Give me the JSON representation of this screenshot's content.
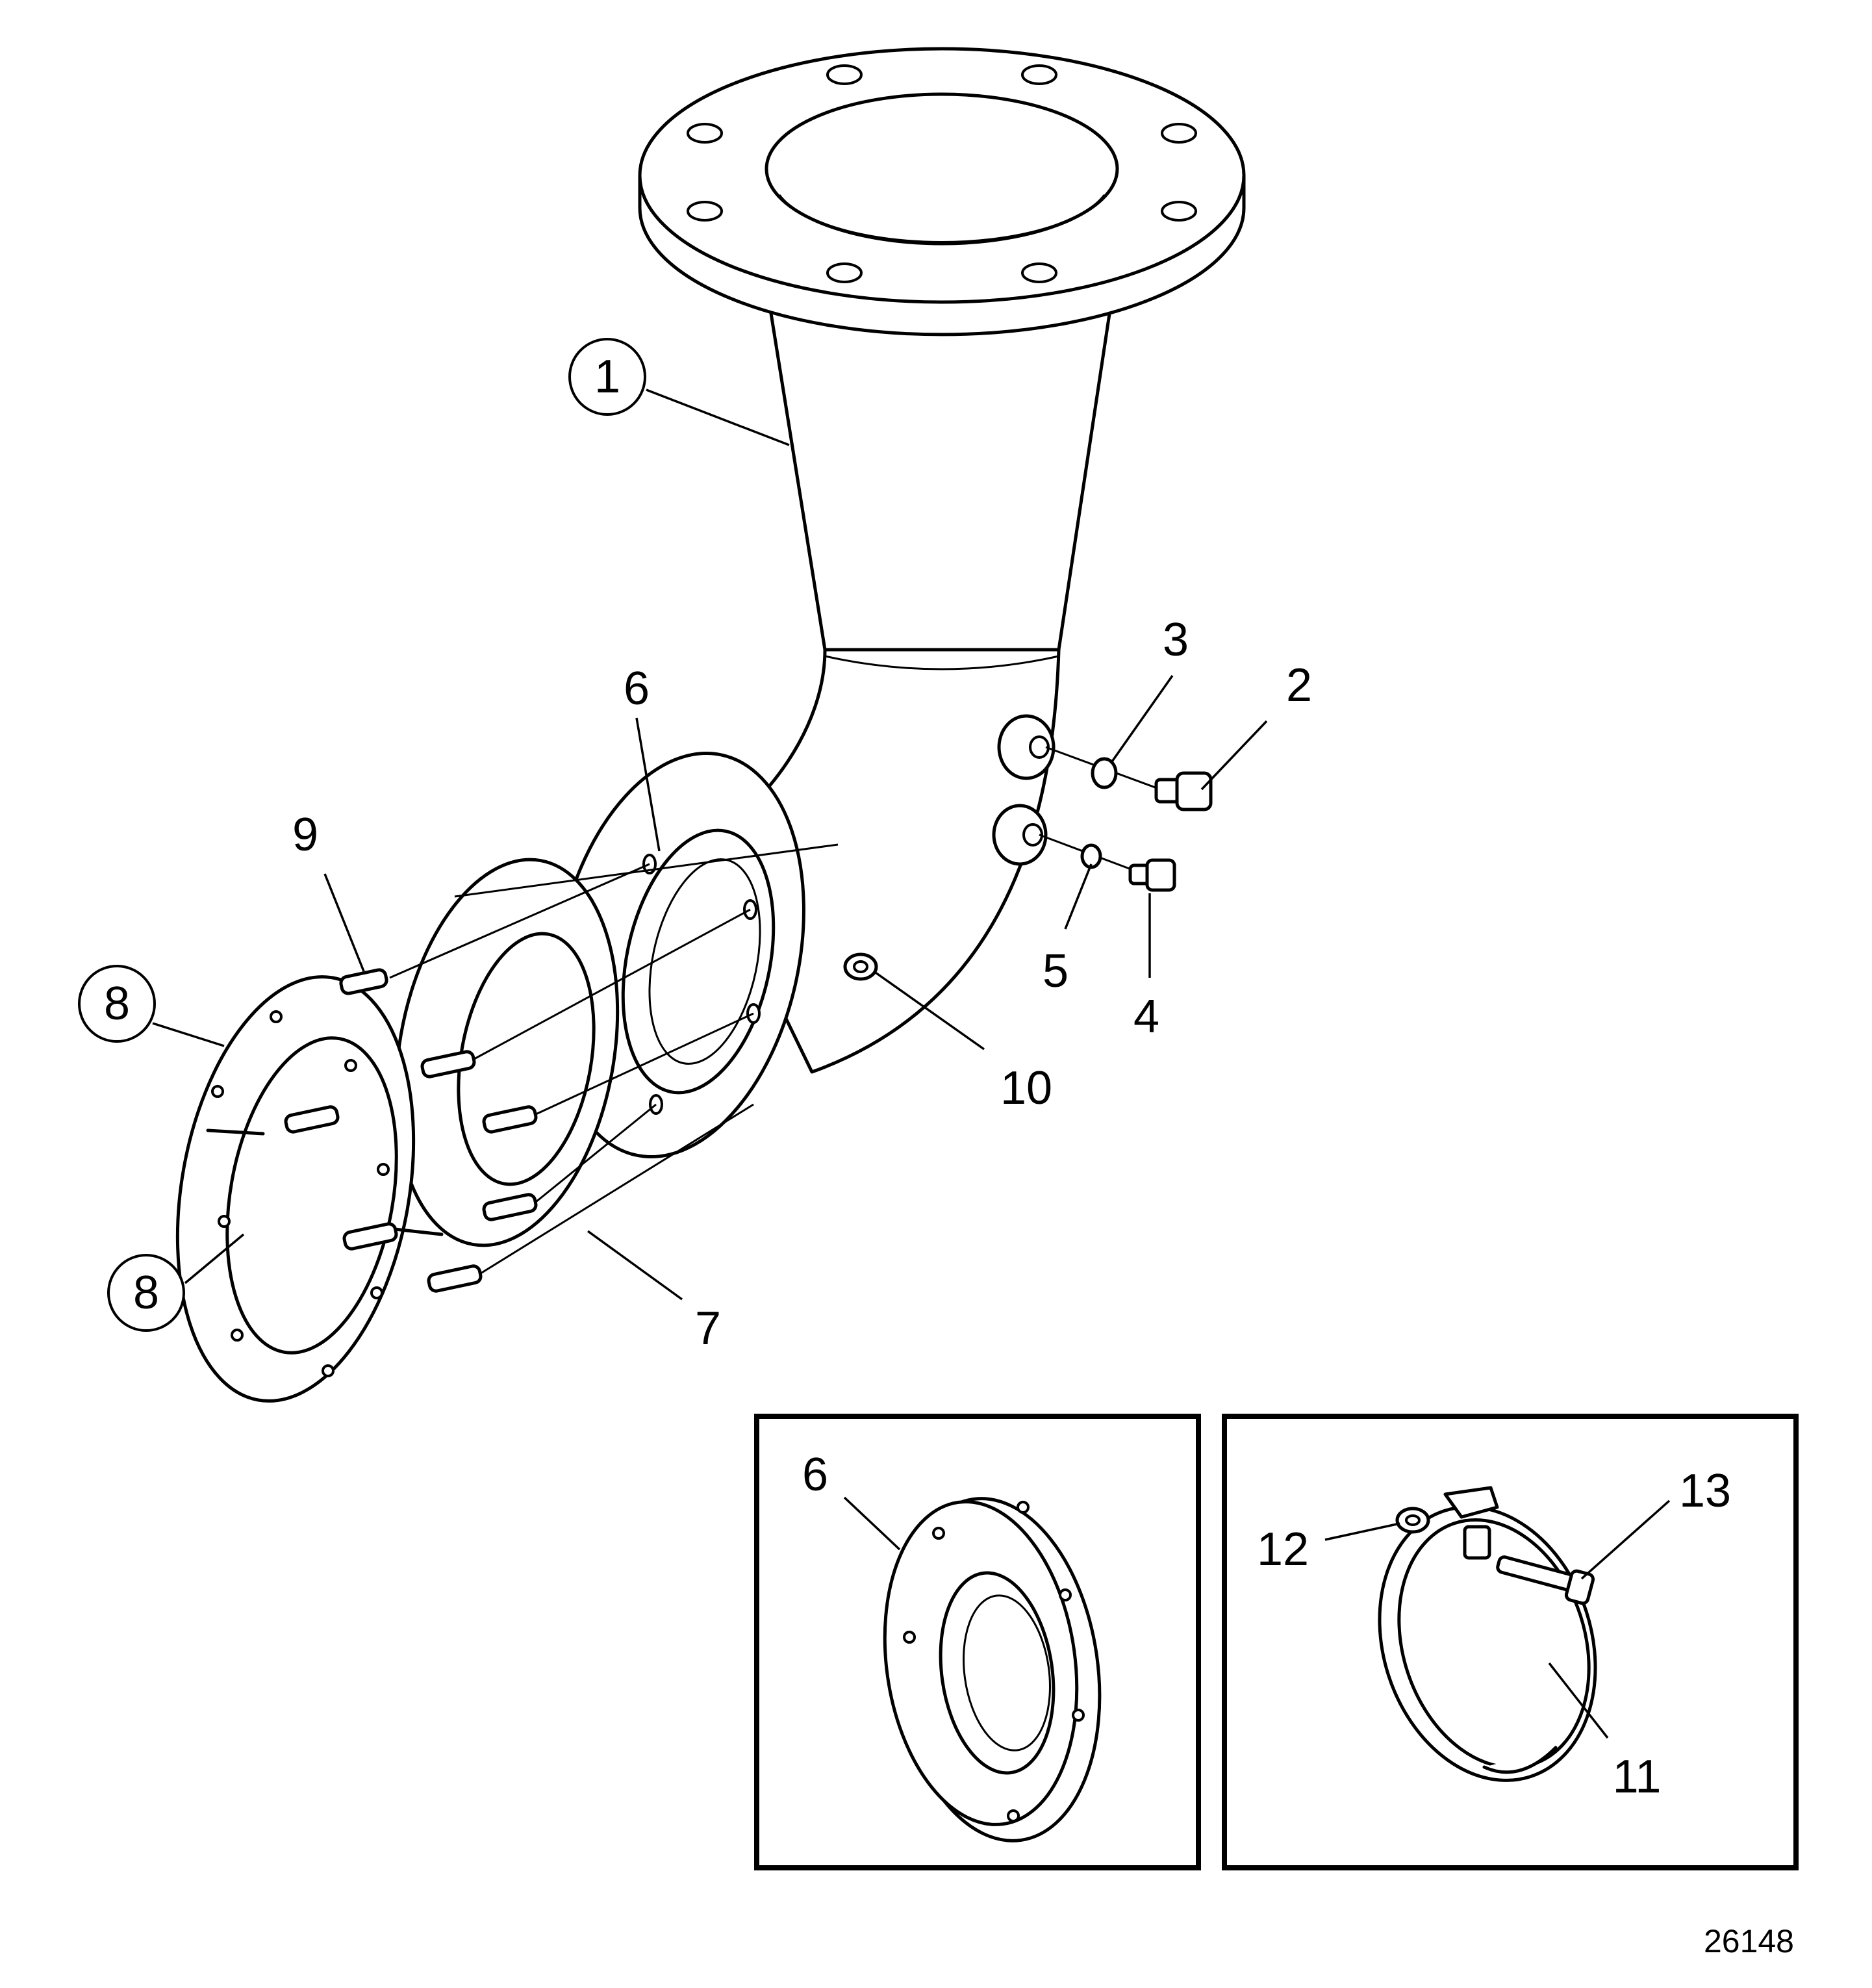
{
  "callouts": {
    "c1": "1",
    "c2": "2",
    "c3": "3",
    "c4": "4",
    "c5": "5",
    "c6": "6",
    "c7": "7",
    "c8a": "8",
    "c8b": "8",
    "c9": "9",
    "c10": "10",
    "c6_detail": "6",
    "c11": "11",
    "c12": "12",
    "c13": "13"
  },
  "figure_number": "26148"
}
